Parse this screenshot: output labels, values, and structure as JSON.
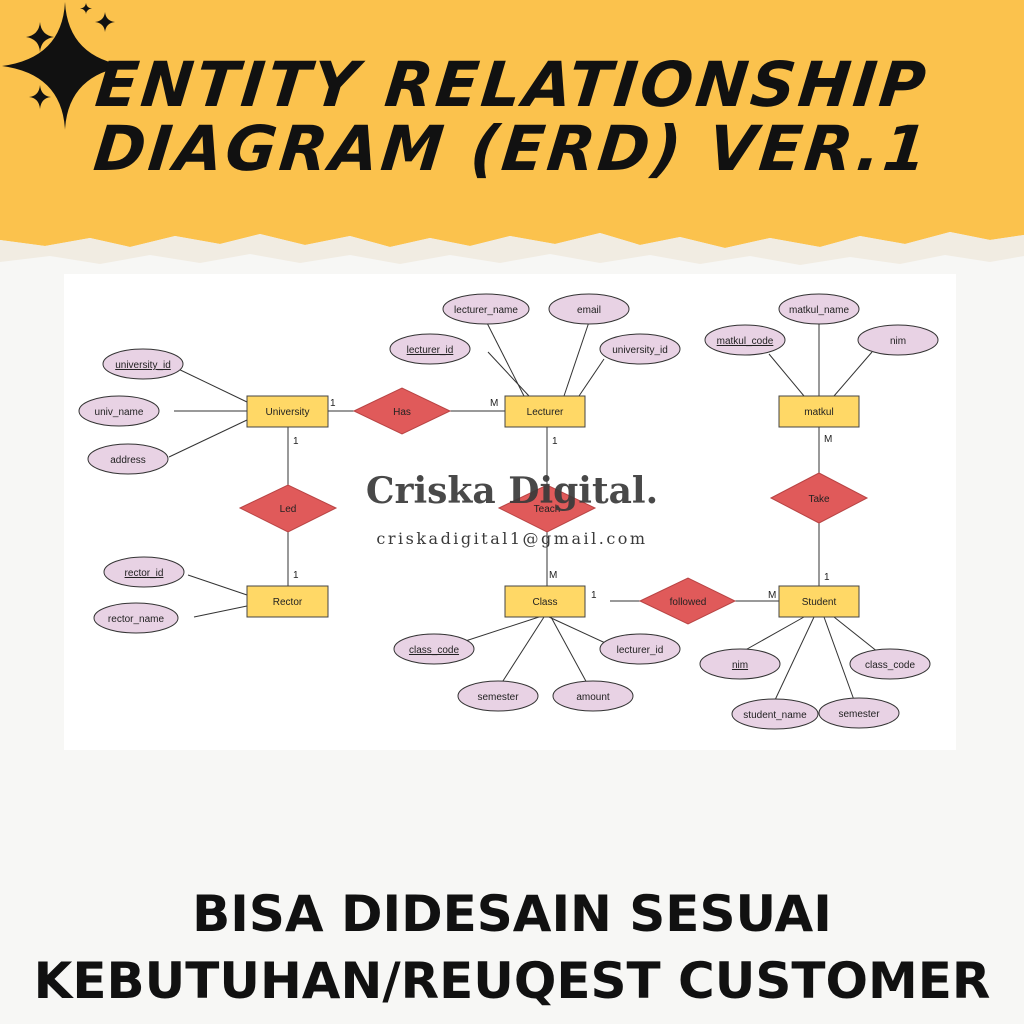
{
  "header": {
    "title_line1": "ENTITY RELATIONSHIP",
    "title_line2": "DIAGRAM (ERD) VER.1",
    "bg_color": "#fbc24d"
  },
  "watermark": {
    "name": "Criska Digital.",
    "email": "criskadigital1@gmail.com"
  },
  "erd": {
    "entities": {
      "university": "University",
      "lecturer": "Lecturer",
      "matkul": "matkul",
      "rector": "Rector",
      "class": "Class",
      "student": "Student"
    },
    "relationships": {
      "has": "Has",
      "led": "Led",
      "teach": "Teach",
      "take": "Take",
      "followed": "followed"
    },
    "attributes": {
      "university_id": "university_id",
      "univ_name": "univ_name",
      "address": "address",
      "lecturer_name": "lecturer_name",
      "email": "email",
      "lecturer_id": "lecturer_id",
      "lec_university_id": "university_id",
      "matkul_name": "matkul_name",
      "matkul_code": "matkul_code",
      "matkul_nim": "nim",
      "rector_id": "rector_id",
      "rector_name": "rector_name",
      "class_code": "class_code",
      "class_lecturer_id": "lecturer_id",
      "class_semester": "semester",
      "amount": "amount",
      "student_nim": "nim",
      "student_class_code": "class_code",
      "student_name": "student_name",
      "student_semester": "semester"
    },
    "cardinality": {
      "univ_has": "1",
      "has_lecturer": "M",
      "univ_led": "1",
      "led_rector": "1",
      "lecturer_teach": "1",
      "teach_class": "M",
      "matkul_take": "M",
      "take_student": "1",
      "class_followed": "1",
      "followed_student": "M"
    }
  },
  "footer": {
    "line1": "BISA DIDESAIN SESUAI",
    "line2": "KEBUTUHAN/REUQEST CUSTOMER"
  }
}
